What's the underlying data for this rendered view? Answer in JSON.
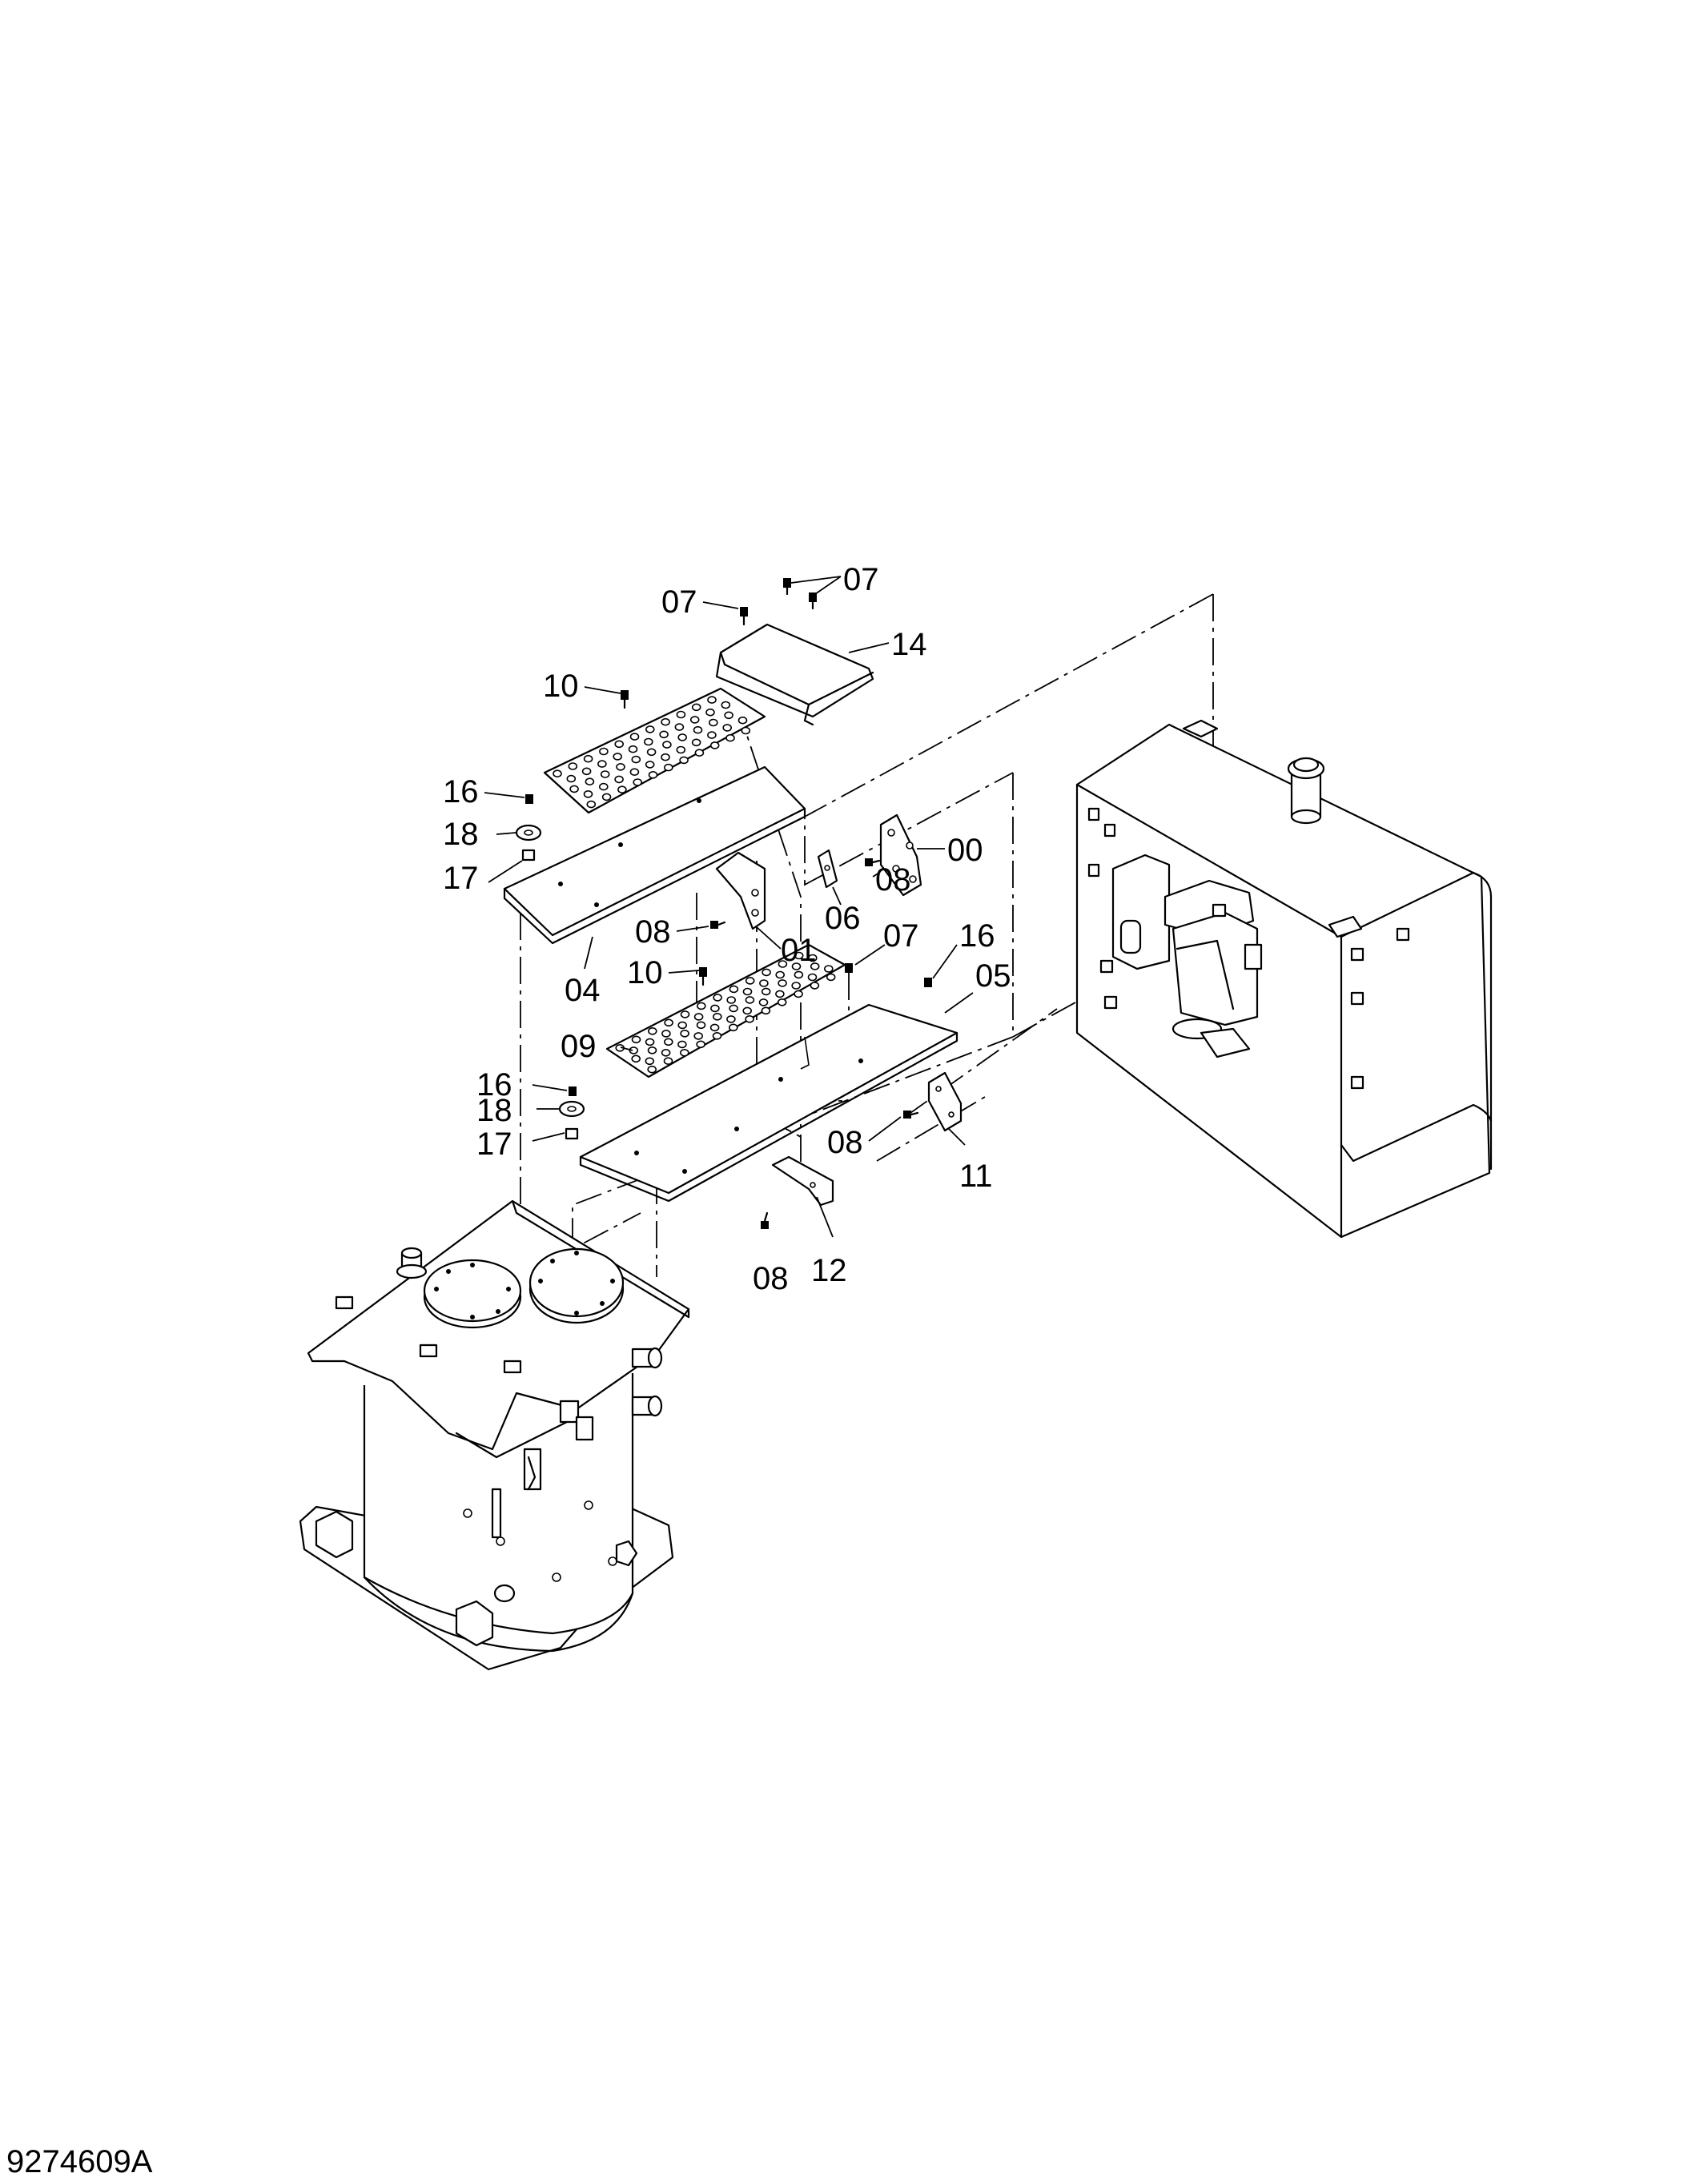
{
  "document_id": "9274609A",
  "callouts": [
    {
      "id": "c07a",
      "text": "07"
    },
    {
      "id": "c07b",
      "text": "07"
    },
    {
      "id": "c14",
      "text": "14"
    },
    {
      "id": "c10a",
      "text": "10"
    },
    {
      "id": "c16a",
      "text": "16"
    },
    {
      "id": "c18a",
      "text": "18"
    },
    {
      "id": "c17a",
      "text": "17"
    },
    {
      "id": "c00",
      "text": "00"
    },
    {
      "id": "c08a",
      "text": "08"
    },
    {
      "id": "c08b",
      "text": "08"
    },
    {
      "id": "c01",
      "text": "01"
    },
    {
      "id": "c06",
      "text": "06"
    },
    {
      "id": "c07c",
      "text": "07"
    },
    {
      "id": "c16b",
      "text": "16"
    },
    {
      "id": "c04",
      "text": "04"
    },
    {
      "id": "c10b",
      "text": "10"
    },
    {
      "id": "c05",
      "text": "05"
    },
    {
      "id": "c09",
      "text": "09"
    },
    {
      "id": "c16c",
      "text": "16"
    },
    {
      "id": "c18b",
      "text": "18"
    },
    {
      "id": "c17b",
      "text": "17"
    },
    {
      "id": "c08c",
      "text": "08"
    },
    {
      "id": "c11",
      "text": "11"
    },
    {
      "id": "c08d",
      "text": "08"
    },
    {
      "id": "c12",
      "text": "12"
    }
  ]
}
